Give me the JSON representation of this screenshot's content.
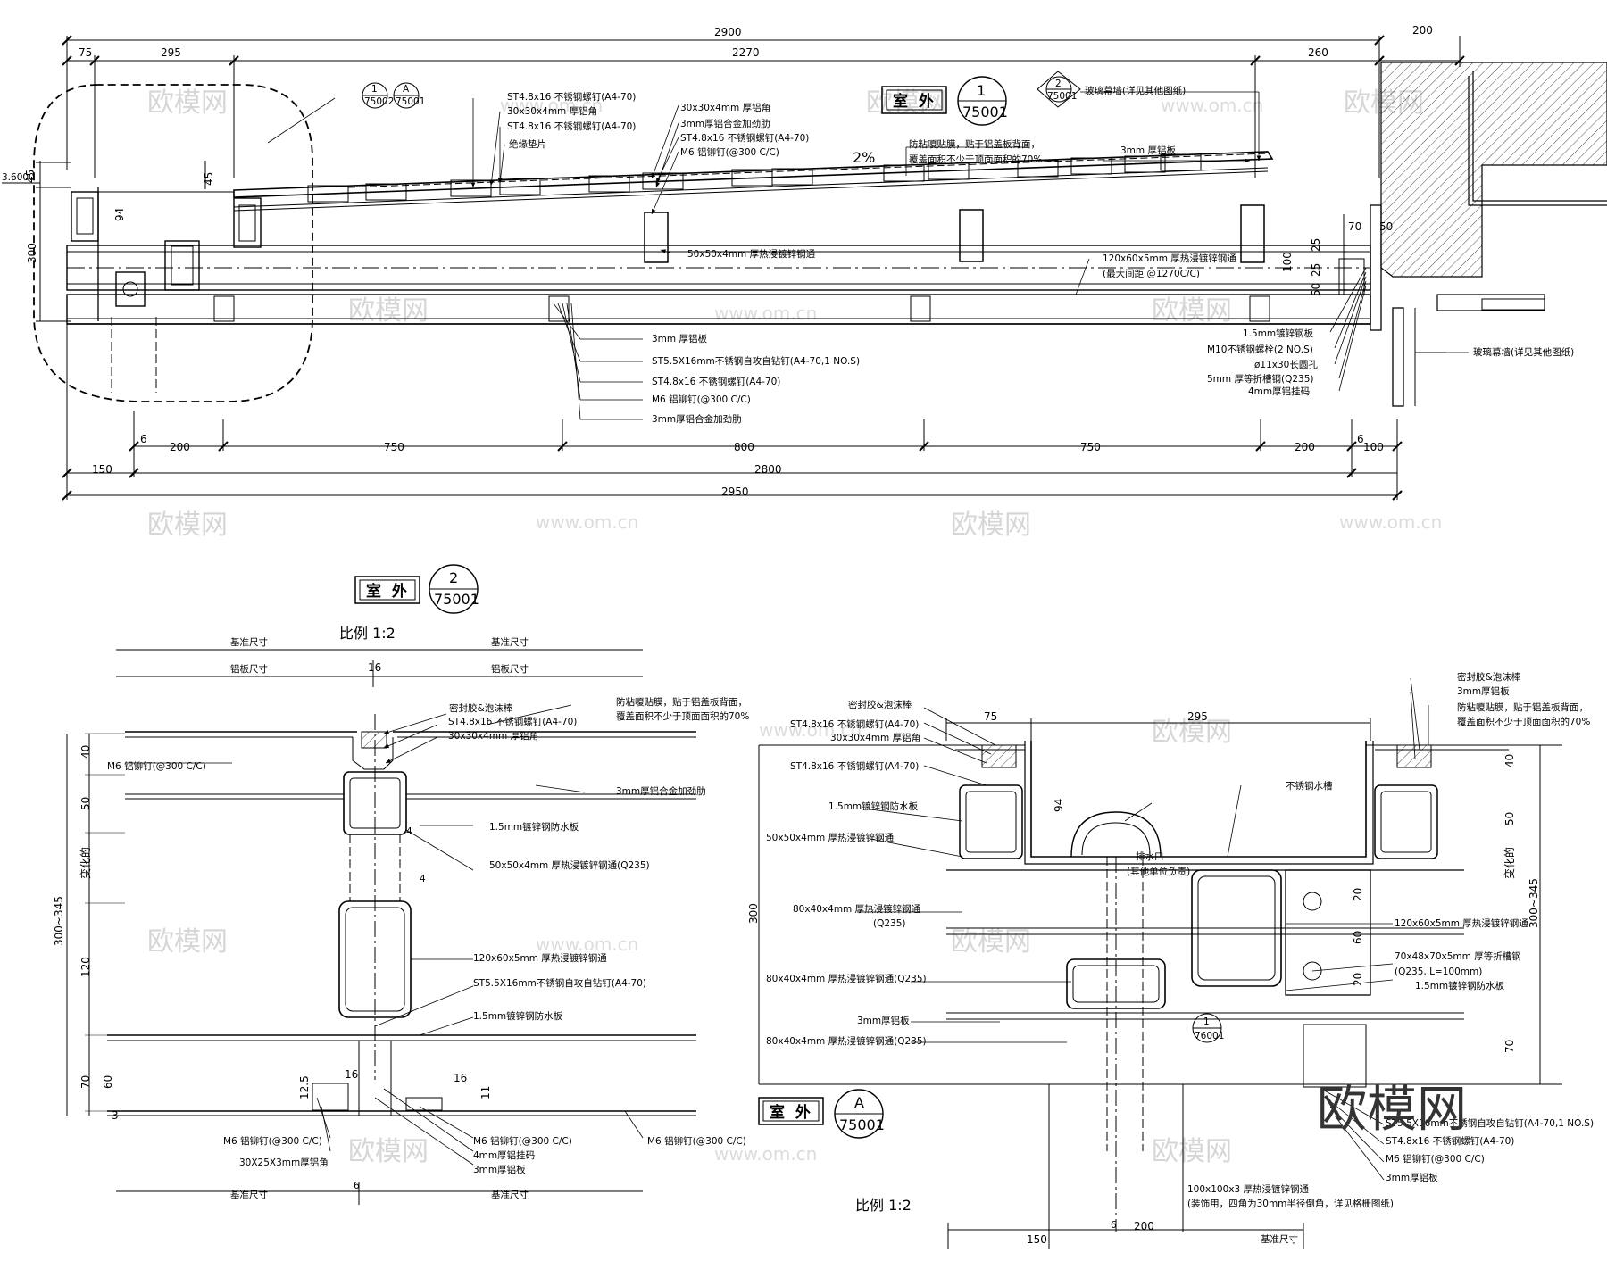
{
  "dims_top": {
    "total": "2900",
    "d75": "75",
    "d295": "295",
    "d2270": "2270",
    "d260": "260",
    "d200": "200",
    "d45a": "45",
    "d45b": "45",
    "d94": "94",
    "d300": "300",
    "elev": "3.6000",
    "d70": "70",
    "d50": "50",
    "d25a": "25",
    "d25b": "25",
    "d100": "100",
    "d50b": "50"
  },
  "dims_bottom": {
    "d6a": "6",
    "d150": "150",
    "d200a": "200",
    "d750a": "750",
    "d800": "800",
    "d750b": "750",
    "d200b": "200",
    "d6b": "6",
    "d100": "100",
    "d2800": "2800",
    "d2950": "2950"
  },
  "top_labels": {
    "slope": "2%",
    "l1": "ST4.8x16 不锈钢螺钉(A4-70)",
    "l2": "30x30x4mm 厚铝角",
    "l3": "ST4.8x16 不锈钢螺钉(A4-70)",
    "l4": "绝缘垫片",
    "l5": "30x30x4mm 厚铝角",
    "l6": "3mm厚铝合金加劲肋",
    "l7": "ST4.8x16 不锈钢螺钉(A4-70)",
    "l8": "M6 铝铆钉(@300 C/C)",
    "l9a": "防粘嗄贴膜，贴于铝盖板背面，",
    "l9b": "覆盖面积不少于顶面面积的70%",
    "l10": "玻璃幕墙(详见其他图纸)",
    "l11": "3mm 厚铝板",
    "l12": "50x50x4mm 厚热浸镀锌钢通",
    "l13a": "120x60x5mm 厚热浸镀锌钢通",
    "l13b": "(最大间距 @1270C/C)",
    "r1": "1.5mm镀锌钢板",
    "r2": "M10不锈钢螺栓(2 NO.S)",
    "r3": "ø11x30长圆孔",
    "r4": "5mm 厚等折槽钢(Q235)",
    "r5": "4mm厚铝挂码",
    "r6": "玻璃幕墙(详见其他图纸)",
    "b1": "3mm 厚铝板",
    "b2": "ST5.5X16mm不锈钢自攻自钻钉(A4-70,1 NO.S)",
    "b3": "ST4.8x16 不锈钢螺钉(A4-70)",
    "b4": "M6 铝铆钉(@300 C/C)",
    "b5": "3mm厚铝合金加劲肋"
  },
  "top_tags": {
    "callout1_num": "1",
    "callout1_ref": "75002",
    "callout2_num": "A",
    "callout2_ref": "75001",
    "outdoor": "室 外",
    "sec1_num": "1",
    "sec1_ref": "75001",
    "sec2_num": "2",
    "sec2_ref": "75001"
  },
  "bl": {
    "outdoor": "室 外",
    "sec_num": "2",
    "sec_ref": "75001",
    "scale": "比例 1:2",
    "base_l": "基准尺寸",
    "base_r": "基准尺寸",
    "plate_l": "铝板尺寸",
    "plate_r": "铝板尺寸",
    "d16top": "16",
    "d40": "40",
    "d50": "50",
    "var": "变化的",
    "d300_345": "300~345",
    "d120": "120",
    "d70": "70",
    "d60": "60",
    "d12_5": "12.5",
    "d3": "3",
    "d16a": "16",
    "d16b": "16",
    "d11": "11",
    "w4a": "4",
    "w4b": "4",
    "d6": "6",
    "l_seal": "密封胶&泡沫棒",
    "l_scr": "ST4.8x16 不锈钢螺钉(A4-70)",
    "l_ang": "30x30x4mm 厚铝角",
    "l_film_a": "防粘嗄贴膜，贴于铝盖板背面，",
    "l_film_b": "覆盖面积不少于顶面面积的70%",
    "l_rivet_l": "M6 铝铆钉(@300 C/C)",
    "l_rib": "3mm厚铝合金加劲肋",
    "l_gal": "1.5mm镀锌钢防水板",
    "l_50": "50x50x4mm 厚热浸镀锌钢通(Q235)",
    "l_120": "120x60x5mm 厚热浸镀锌钢通",
    "l_st55": "ST5.5X16mm不锈钢自攻自钻钉(A4-70)",
    "l_gal2": "1.5mm镀锌钢防水板",
    "l_m6a": "M6 铝铆钉(@300 C/C)",
    "l_30x25": "30X25X3mm厚铝角",
    "l_m6b": "M6 铝铆钉(@300 C/C)",
    "l_4mm": "4mm厚铝挂码",
    "l_3mm": "3mm厚铝板",
    "l_m6c": "M6 铝铆钉(@300 C/C)",
    "base_bl": "基准尺寸",
    "base_br": "基准尺寸"
  },
  "br": {
    "outdoor": "室 外",
    "sec_num": "A",
    "sec_ref": "75001",
    "scale": "比例 1:2",
    "d75": "75",
    "d295": "295",
    "d94": "94",
    "d300": "300",
    "d40": "40",
    "d50": "50",
    "var": "变化的",
    "d300_345": "300~345",
    "d70": "70",
    "d20a": "20",
    "d60": "60",
    "d20b": "20",
    "d150": "150",
    "d200": "200",
    "d6": "6",
    "base": "基准尺寸",
    "callout_num": "1",
    "callout_ref": "76001",
    "l_seal_l": "密封胶&泡沫棒",
    "l_scr1": "ST4.8x16 不锈钢螺钉(A4-70)",
    "l_ang": "30x30x4mm 厚铝角",
    "l_scr2": "ST4.8x16 不锈钢螺钉(A4-70)",
    "l_gal": "1.5mm镀锌钢防水板",
    "l_50": "50x50x4mm 厚热浸镀锌钢通",
    "l_80a1": "80x40x4mm 厚热浸镀锌钢通",
    "l_80a2": "(Q235)",
    "l_80b": "80x40x4mm 厚热浸镀锌钢通(Q235)",
    "l_3mm": "3mm厚铝板",
    "l_80c": "80x40x4mm 厚热浸镀锌钢通(Q235)",
    "l_drain1": "排水口",
    "l_drain2": "(其他单位负责)",
    "l_sink": "不锈钢水槽",
    "l_seal_r": "密封胶&泡沫棒",
    "l_3mm_r": "3mm厚铝板",
    "l_film_a": "防粘嗄贴膜，贴于铝盖板背面，",
    "l_film_b": "覆盖面积不少于顶面面积的70%",
    "l_120": "120x60x5mm 厚热浸镀锌钢通",
    "l_70x48a": "70x48x70x5mm 厚等折槽钢",
    "l_70x48b": "(Q235, L=100mm)",
    "l_gal_r": "1.5mm镀锌钢防水板",
    "l_st55": "ST5.5X16mm不锈钢自攻自钻钉(A4-70,1 NO.S)",
    "l_st48": "ST4.8x16 不锈钢螺钉(A4-70)",
    "l_m6": "M6 铝铆钉(@300 C/C)",
    "l_3mm_b": "3mm厚铝板",
    "l_100a": "100x100x3 厚热浸镀锌钢通",
    "l_100b": "(装饰用，四角为30mm半径倒角，详见格栅图纸)"
  },
  "watermarks": {
    "w1": "欧模网",
    "w2": "www.om.cn",
    "brand": "欧模网"
  }
}
